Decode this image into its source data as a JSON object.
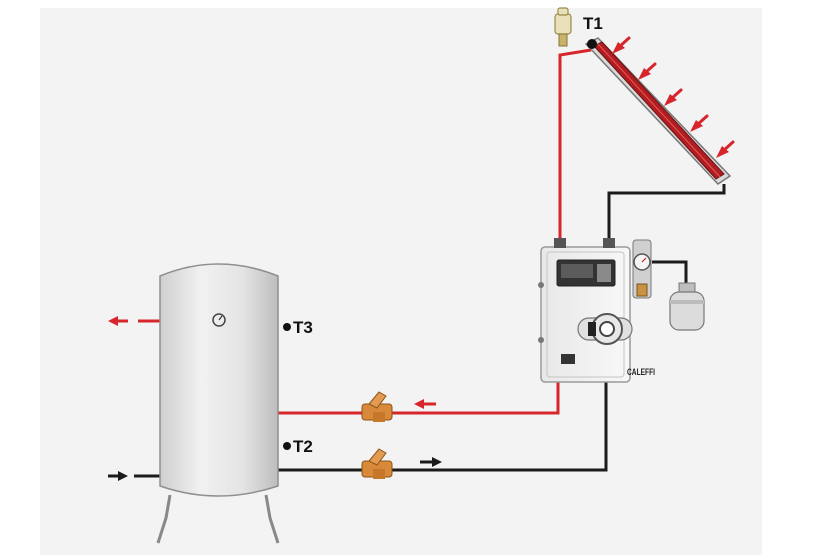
{
  "diagram": {
    "labels": {
      "t1": "T1",
      "t2": "T2",
      "t3": "T3",
      "brand": "CALEFFI"
    },
    "colors": {
      "background": "#f3f3f3",
      "hot_pipe": "#d7262b",
      "cold_pipe": "#1b1b1b",
      "arrow_red": "#d7262b",
      "arrow_black": "#1b1b1b",
      "valve_brass": "#d9893a",
      "tank_fill": "#e2e2e2",
      "panel_frame": "#9a9a9a"
    },
    "icons": {
      "collector": "solar-collector-icon",
      "tank": "storage-tank-icon",
      "pump_station": "pump-station-icon",
      "filter": "y-strainer-icon",
      "expansion": "expansion-vessel-icon",
      "air_vent": "air-vent-icon"
    }
  }
}
